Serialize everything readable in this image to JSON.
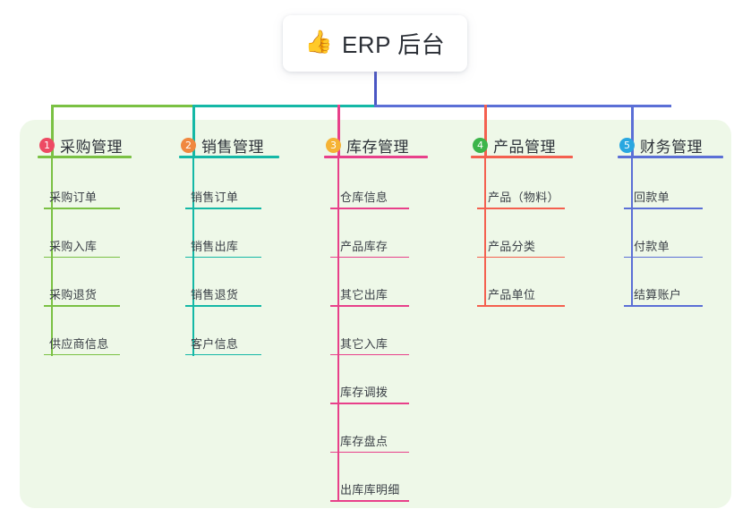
{
  "root": {
    "icon": "thumbs-up-icon",
    "emoji": "👍",
    "title": "ERP 后台"
  },
  "canvas": {
    "background": "#ffffff",
    "card_background": "#eef8e8",
    "trunk_color": "#4a56c4"
  },
  "columns": [
    {
      "index": "1",
      "title": "采购管理",
      "badge_color": "#ed4a63",
      "line_color": "#7ac143",
      "items": [
        "采购订单",
        "采购入库",
        "采购退货",
        "供应商信息"
      ]
    },
    {
      "index": "2",
      "title": "销售管理",
      "badge_color": "#f0883f",
      "line_color": "#14b8a6",
      "items": [
        "销售订单",
        "销售出库",
        "销售退货",
        "客户信息"
      ]
    },
    {
      "index": "3",
      "title": "库存管理",
      "badge_color": "#f5b335",
      "line_color": "#e8408a",
      "items": [
        "仓库信息",
        "产品库存",
        "其它出库",
        "其它入库",
        "库存调拨",
        "库存盘点",
        "出库库明细"
      ]
    },
    {
      "index": "4",
      "title": "产品管理",
      "badge_color": "#3cb54a",
      "line_color": "#f4604f",
      "items": [
        "产品（物料）",
        "产品分类",
        "产品单位"
      ]
    },
    {
      "index": "5",
      "title": "财务管理",
      "badge_color": "#29a7e0",
      "line_color": "#5b6fd6",
      "items": [
        "回款单",
        "付款单",
        "结算账户"
      ]
    }
  ]
}
